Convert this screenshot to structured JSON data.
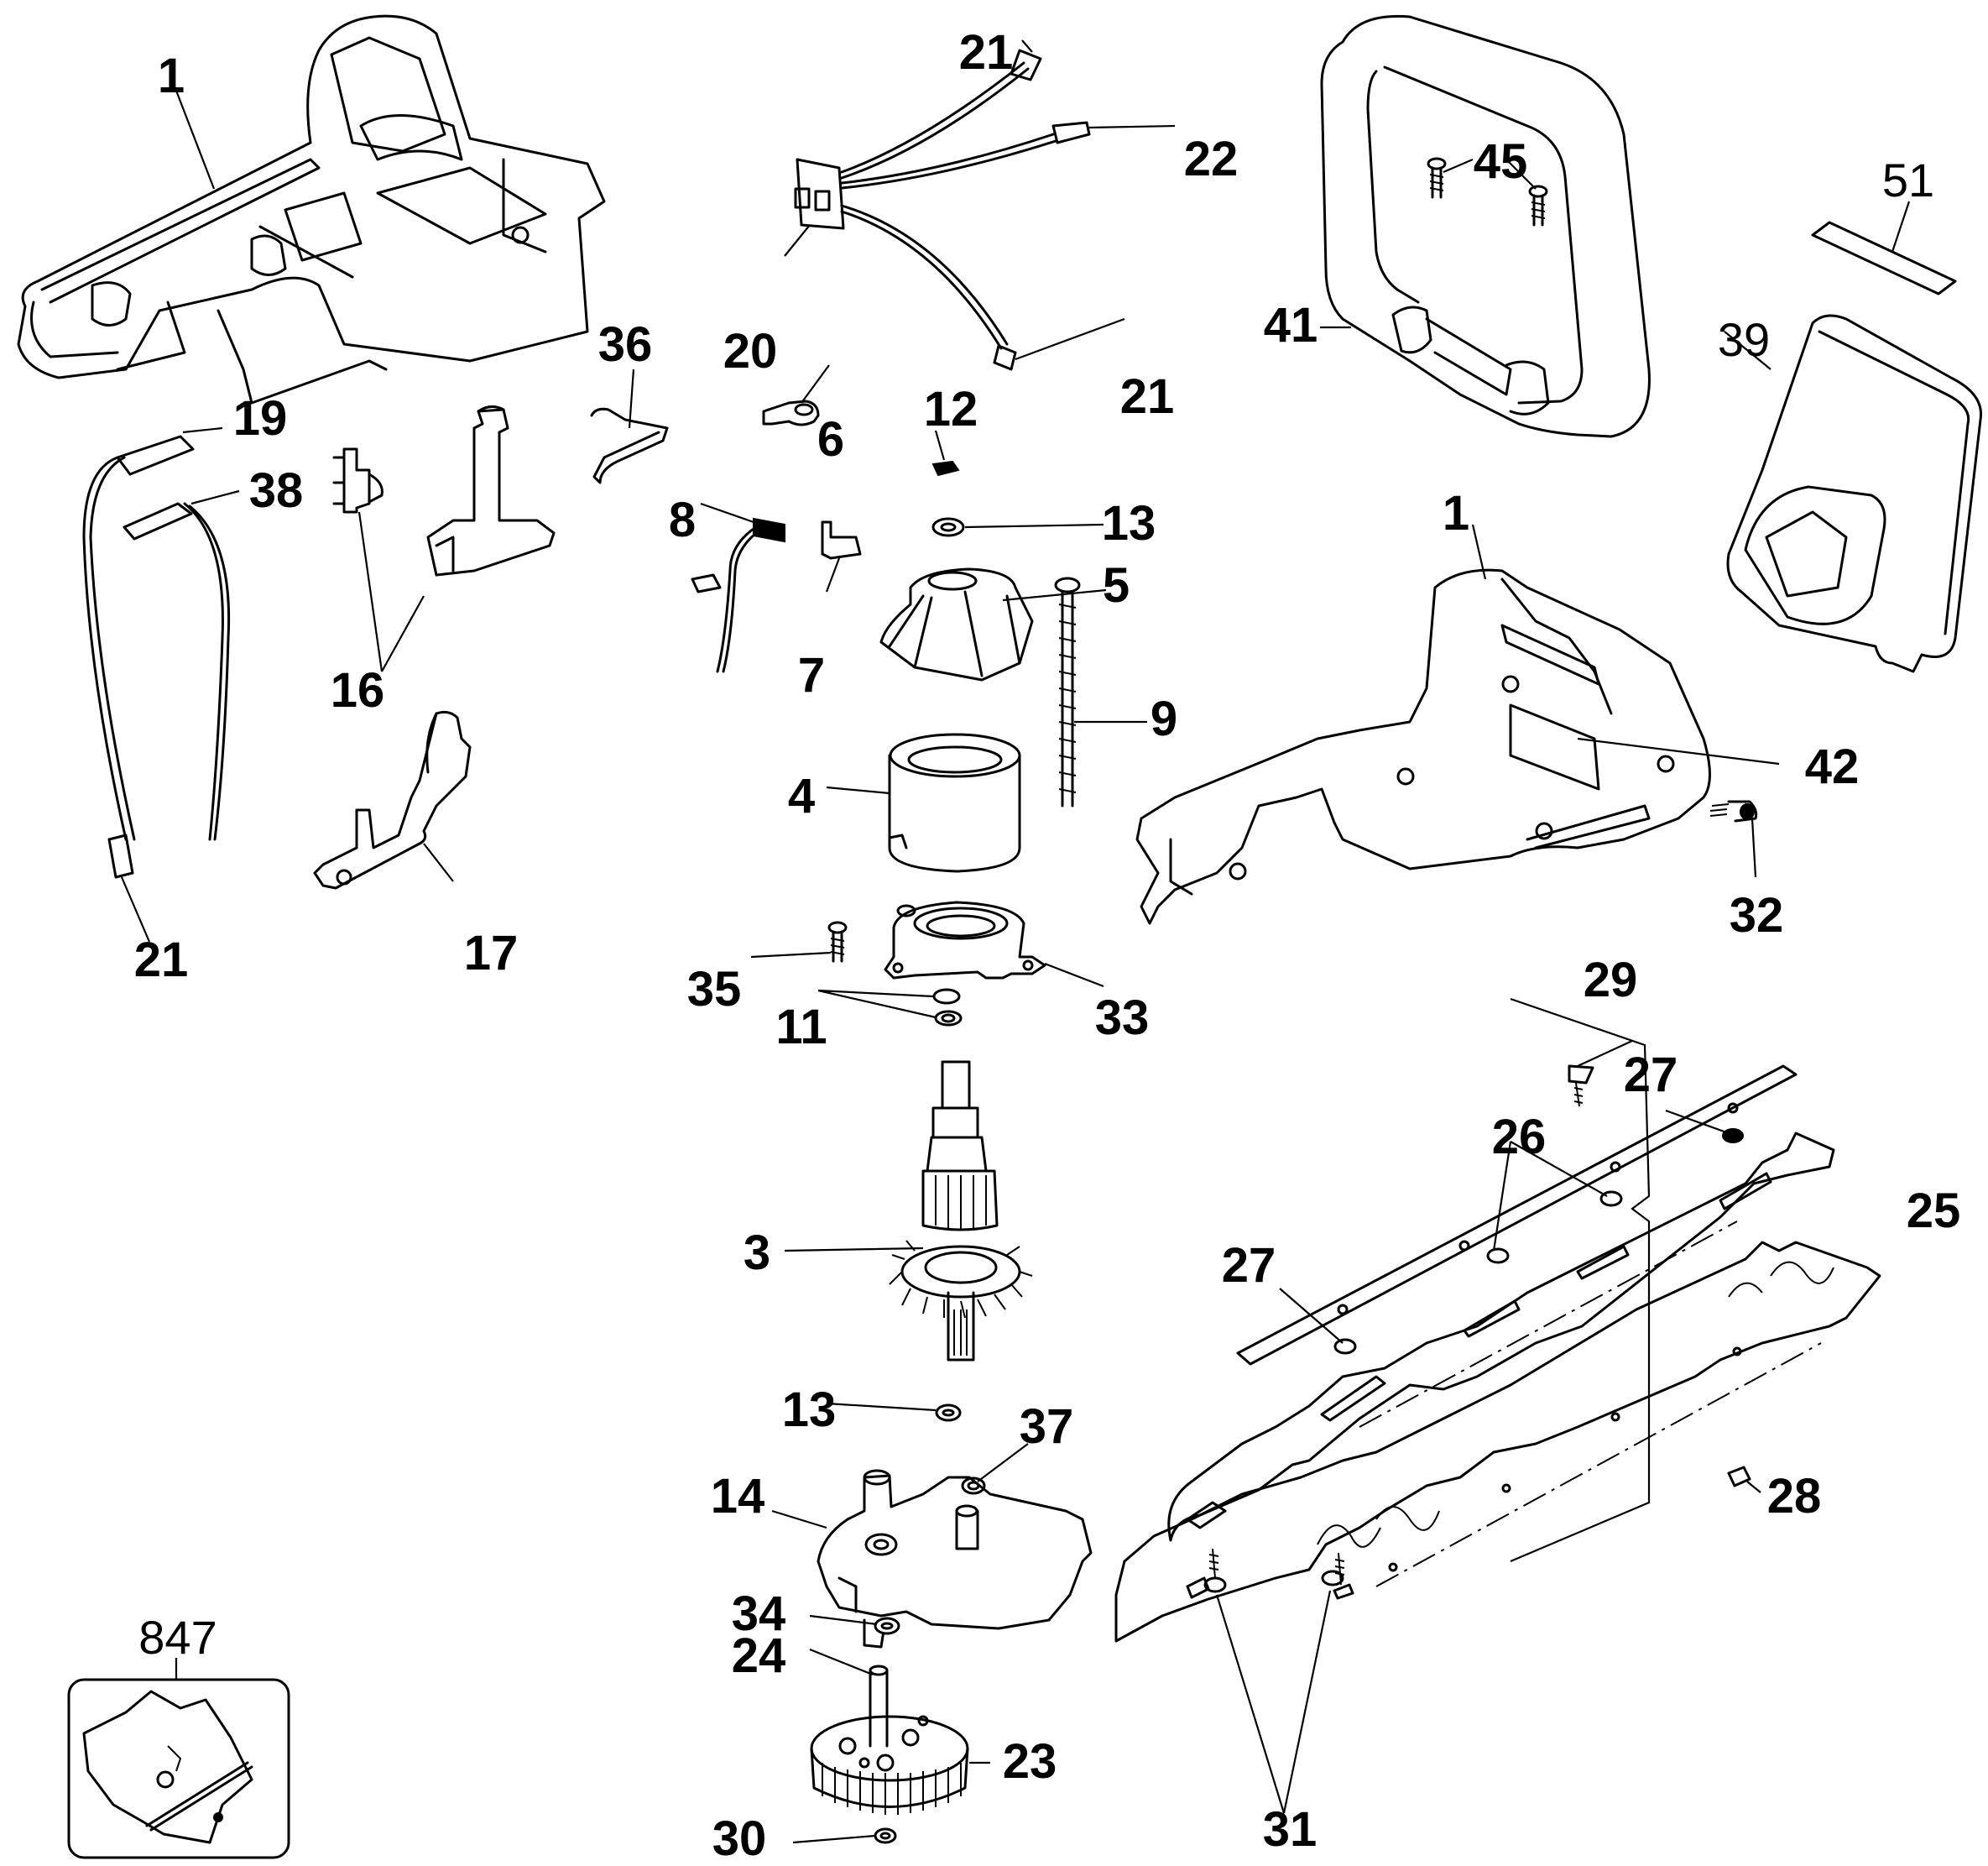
{
  "diagram": {
    "title": "Hedge trimmer exploded parts diagram",
    "callouts": [
      {
        "id": "1",
        "part": "housing-left",
        "weight": "bold"
      },
      {
        "id": "1",
        "part": "housing-right",
        "weight": "bold"
      },
      {
        "id": "3",
        "part": "armature",
        "weight": "bold"
      },
      {
        "id": "4",
        "part": "field",
        "weight": "bold"
      },
      {
        "id": "5",
        "part": "brush-holder",
        "weight": "bold"
      },
      {
        "id": "6",
        "part": "brush-spring",
        "weight": "bold"
      },
      {
        "id": "7",
        "part": "brush-box",
        "weight": "bold"
      },
      {
        "id": "8",
        "part": "brush",
        "weight": "bold"
      },
      {
        "id": "9",
        "part": "long-screw",
        "weight": "bold"
      },
      {
        "id": "11",
        "part": "washers",
        "weight": "bold"
      },
      {
        "id": "12",
        "part": "spring",
        "weight": "bold"
      },
      {
        "id": "13",
        "part": "bearing-top",
        "weight": "bold"
      },
      {
        "id": "13",
        "part": "bearing-bottom",
        "weight": "bold"
      },
      {
        "id": "14",
        "part": "gear-case",
        "weight": "bold"
      },
      {
        "id": "16",
        "part": "switch-assembly",
        "weight": "bold"
      },
      {
        "id": "17",
        "part": "trigger",
        "weight": "bold"
      },
      {
        "id": "19",
        "part": "terminal-19",
        "weight": "bold"
      },
      {
        "id": "20",
        "part": "terminal-block",
        "weight": "bold"
      },
      {
        "id": "21",
        "part": "wire-top",
        "weight": "bold"
      },
      {
        "id": "21",
        "part": "wire-right",
        "weight": "bold"
      },
      {
        "id": "21",
        "part": "wire-left",
        "weight": "bold"
      },
      {
        "id": "22",
        "part": "connector",
        "weight": "bold"
      },
      {
        "id": "23",
        "part": "gear",
        "weight": "bold"
      },
      {
        "id": "24",
        "part": "pin",
        "weight": "bold"
      },
      {
        "id": "25",
        "part": "blade-assembly",
        "weight": "bold"
      },
      {
        "id": "26",
        "part": "blade-washers",
        "weight": "bold"
      },
      {
        "id": "27",
        "part": "nut-right",
        "weight": "bold"
      },
      {
        "id": "27",
        "part": "nut-left",
        "weight": "bold"
      },
      {
        "id": "28",
        "part": "nut",
        "weight": "bold"
      },
      {
        "id": "29",
        "part": "screw-29",
        "weight": "bold"
      },
      {
        "id": "30",
        "part": "washer-30",
        "weight": "bold"
      },
      {
        "id": "31",
        "part": "blade-screws",
        "weight": "bold"
      },
      {
        "id": "32",
        "part": "screw-32",
        "weight": "bold"
      },
      {
        "id": "33",
        "part": "bearing-housing",
        "weight": "bold"
      },
      {
        "id": "34",
        "part": "washer-34",
        "weight": "bold"
      },
      {
        "id": "35",
        "part": "screw-35",
        "weight": "bold"
      },
      {
        "id": "36",
        "part": "lock-spring",
        "weight": "bold"
      },
      {
        "id": "37",
        "part": "bearing-37",
        "weight": "bold"
      },
      {
        "id": "38",
        "part": "terminal-38",
        "weight": "bold"
      },
      {
        "id": "39",
        "part": "hand-guard",
        "weight": "light"
      },
      {
        "id": "41",
        "part": "front-handle",
        "weight": "bold"
      },
      {
        "id": "42",
        "part": "nameplate",
        "weight": "bold"
      },
      {
        "id": "45",
        "part": "handle-screws",
        "weight": "bold"
      },
      {
        "id": "51",
        "part": "label",
        "weight": "light"
      },
      {
        "id": "847",
        "part": "hardware-kit",
        "weight": "light"
      }
    ]
  }
}
